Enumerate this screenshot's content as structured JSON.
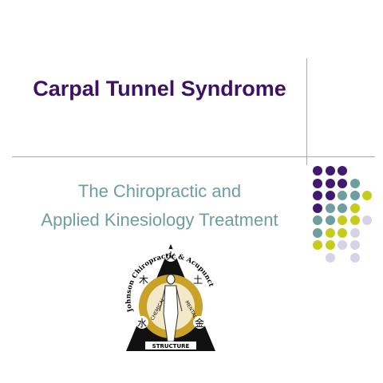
{
  "slide": {
    "title": "Carpal Tunnel Syndrome",
    "subtitle_line1": "The Chiropractic and",
    "subtitle_line2": "Applied Kinesiology Treatment"
  },
  "logo": {
    "arc_text": "Johnson Chiropractic & Acupuncture P.A.",
    "structure_label": "STRUCTURE",
    "chemical_label": "CHEMICAL",
    "mental_label": "MENTAL",
    "glyph_top": "火",
    "glyph_left": "木",
    "glyph_right": "土",
    "glyph_bottom_left": "水",
    "glyph_bottom_right": "金"
  },
  "colors": {
    "title": "#3d1264",
    "subtitle": "#6e9e9e",
    "purple": "#3f1a6e",
    "teal": "#6e9e9e",
    "lime": "#c6cc1a",
    "lavender": "#d8d2e8",
    "gold": "#c9a227"
  },
  "decor": {
    "dot_rows": [
      [
        "purple",
        "purple",
        "purple",
        null
      ],
      [
        "purple",
        "purple",
        "purple",
        "teal"
      ],
      [
        "purple",
        "purple",
        "teal",
        "teal",
        "lime"
      ],
      [
        "purple",
        "teal",
        "teal",
        "lime"
      ],
      [
        "teal",
        "teal",
        "lime",
        "lime",
        "lavender"
      ],
      [
        "teal",
        "lime",
        "lime",
        "lavender"
      ],
      [
        "lime",
        "lime",
        "lavender",
        "lavender"
      ],
      [
        null,
        "lavender",
        null,
        "lavender"
      ]
    ]
  }
}
